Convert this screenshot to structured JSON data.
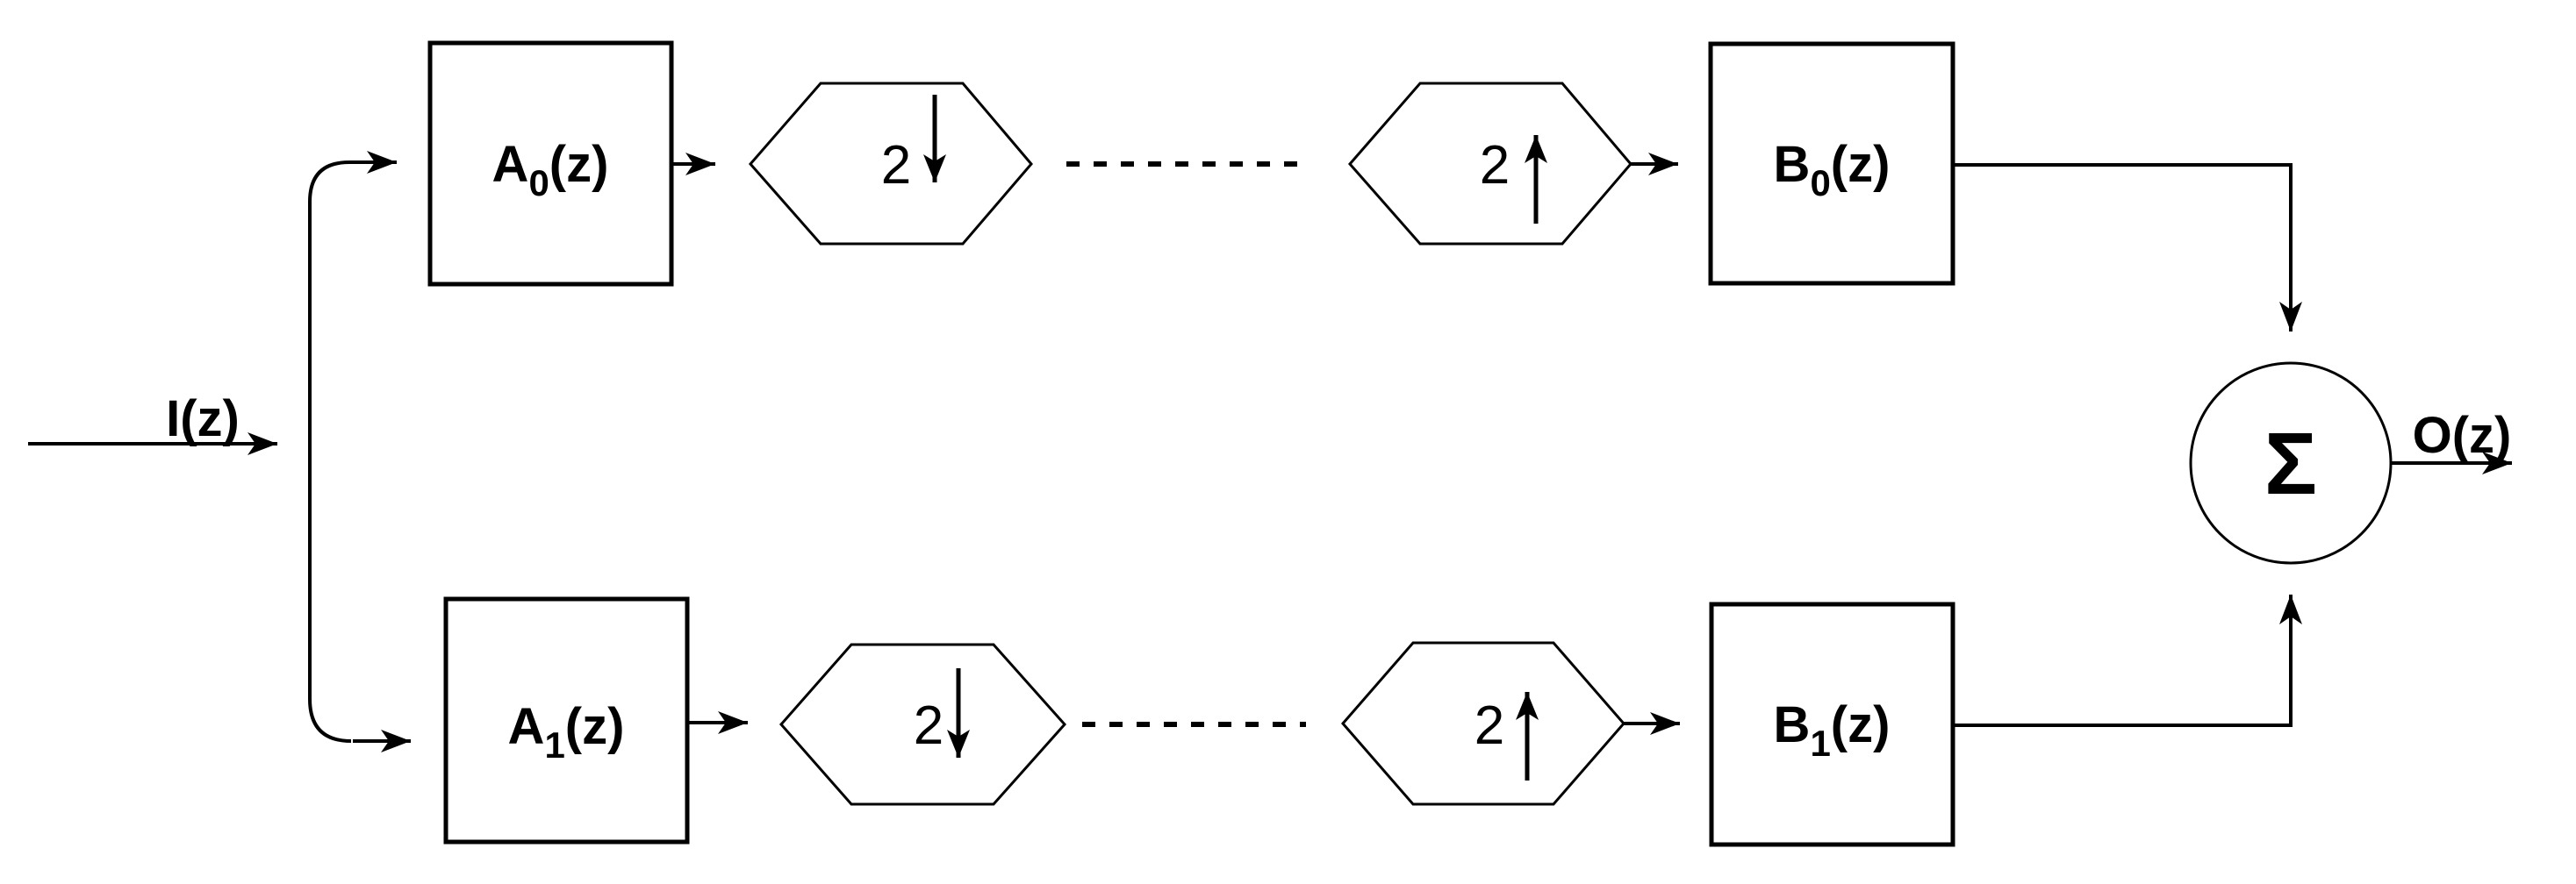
{
  "labels": {
    "input": "I(z)",
    "output": "O(z)",
    "sum": "Σ"
  },
  "blocks": {
    "a0": {
      "main": "A",
      "sub": "0",
      "rest": "(z)"
    },
    "a1": {
      "main": "A",
      "sub": "1",
      "rest": "(z)"
    },
    "b0": {
      "main": "B",
      "sub": "0",
      "rest": "(z)"
    },
    "b1": {
      "main": "B",
      "sub": "1",
      "rest": "(z)"
    }
  },
  "samplers": {
    "down0": {
      "factor": "2",
      "direction": "down"
    },
    "up0": {
      "factor": "2",
      "direction": "up"
    },
    "down1": {
      "factor": "2",
      "direction": "down"
    },
    "up1": {
      "factor": "2",
      "direction": "up"
    }
  },
  "colors": {
    "stroke": "#000000",
    "background": "#ffffff"
  }
}
